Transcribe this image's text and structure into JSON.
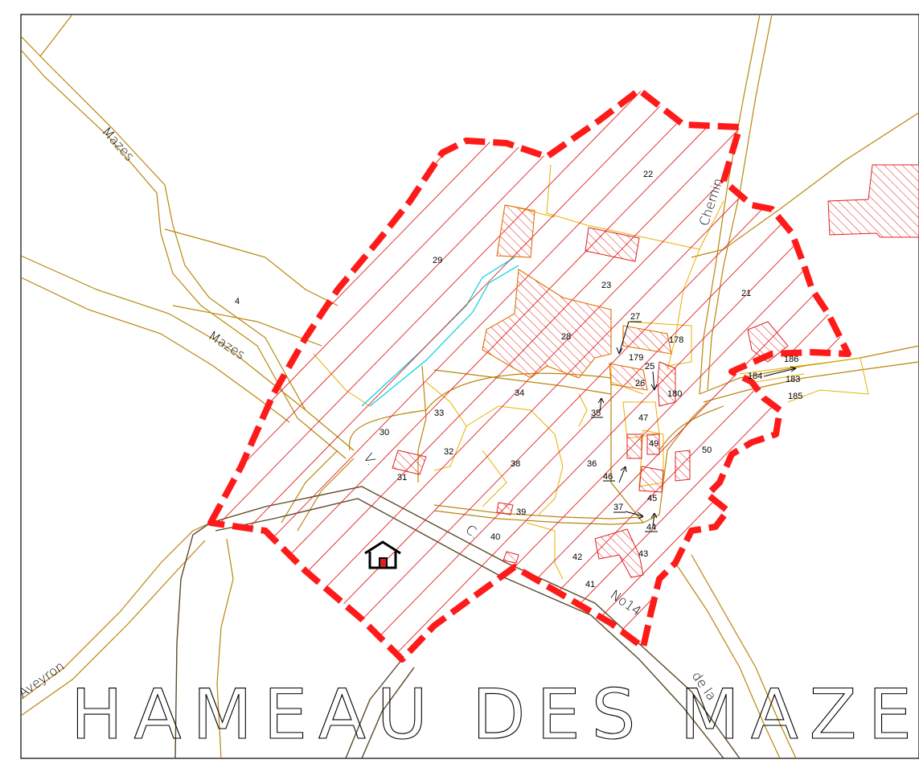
{
  "map": {
    "title": "HAMEAU DES MAZES",
    "colors": {
      "boundary": "#ff1a1a",
      "hatch": "#e02020",
      "roads": "#b8860b",
      "parcels": "#e8b000",
      "stream": "#00d0e0",
      "frame": "#000000"
    },
    "street_labels": {
      "mazes_top": "Mazes",
      "mazes_mid": "Mazes",
      "chemin": "Chemin",
      "aveyron": "Aveyron",
      "v": "V.",
      "c": "C.",
      "no14": "No14",
      "de_la": "de la"
    },
    "parcels": {
      "p4": "4",
      "p21": "21",
      "p22": "22",
      "p23": "23",
      "p25": "25",
      "p26": "26",
      "p27": "27",
      "p28": "28",
      "p29": "29",
      "p30": "30",
      "p31": "31",
      "p32": "32",
      "p33": "33",
      "p34": "34",
      "p35": "35",
      "p36": "36",
      "p37": "37",
      "p38": "38",
      "p39": "39",
      "p40": "40",
      "p41": "41",
      "p42": "42",
      "p43": "43",
      "p44": "44",
      "p45": "45",
      "p46": "46",
      "p47": "47",
      "p49": "49",
      "p50": "50",
      "p178": "178",
      "p179": "179",
      "p180": "180",
      "p183": "183",
      "p184": "184",
      "p185": "185",
      "p186": "186"
    },
    "icons": {
      "house": "house-icon"
    }
  }
}
